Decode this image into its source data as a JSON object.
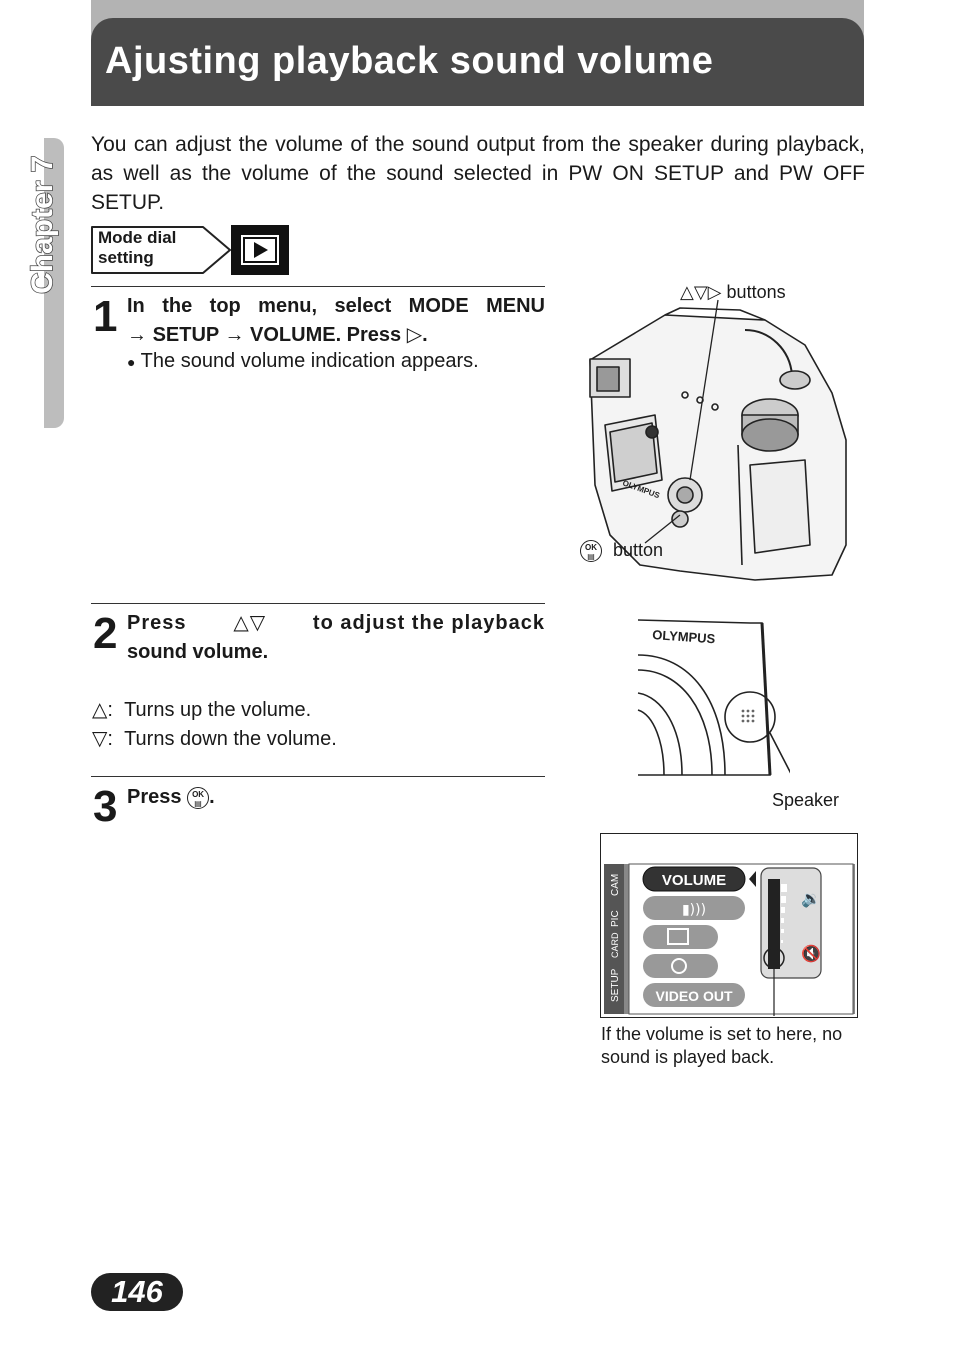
{
  "header": {
    "title": "Ajusting playback sound volume"
  },
  "side_tab": {
    "label": "Chapter 7"
  },
  "intro": "You can adjust the volume of the sound output from the speaker during playback, as well as the volume of the sound selected in PW ON SETUP and PW OFF SETUP.",
  "mode_dial": {
    "label_line1": "Mode dial",
    "label_line2": "setting",
    "icon": "playback-icon"
  },
  "steps": [
    {
      "number": "1",
      "line1": "In the top menu, select MODE MENU",
      "line2_a": "SETUP",
      "line2_b": "VOLUME. Press",
      "line2_c": ".",
      "bullet": "The sound volume indication appears."
    },
    {
      "number": "2",
      "line1_a": "Press",
      "line1_b": "to adjust the playback",
      "line2": "sound volume.",
      "up_desc": "Turns up the volume.",
      "down_desc": "Turns down the volume."
    },
    {
      "number": "3",
      "text_a": "Press",
      "text_b": "."
    }
  ],
  "figure1": {
    "buttons_label": "buttons",
    "ok_label": "button"
  },
  "figure2": {
    "brand": "OLYMPUS",
    "speaker_label": "Speaker"
  },
  "figure3": {
    "tabs": [
      "CAM",
      "PIC",
      "CARD",
      "SETUP"
    ],
    "menu_volume": "VOLUME",
    "menu_video_out": "VIDEO OUT",
    "caption": "If the volume is set to here, no sound is played back."
  },
  "ok_icon_text": {
    "top": "OK",
    "bottom": "▤"
  },
  "page_number": "146"
}
